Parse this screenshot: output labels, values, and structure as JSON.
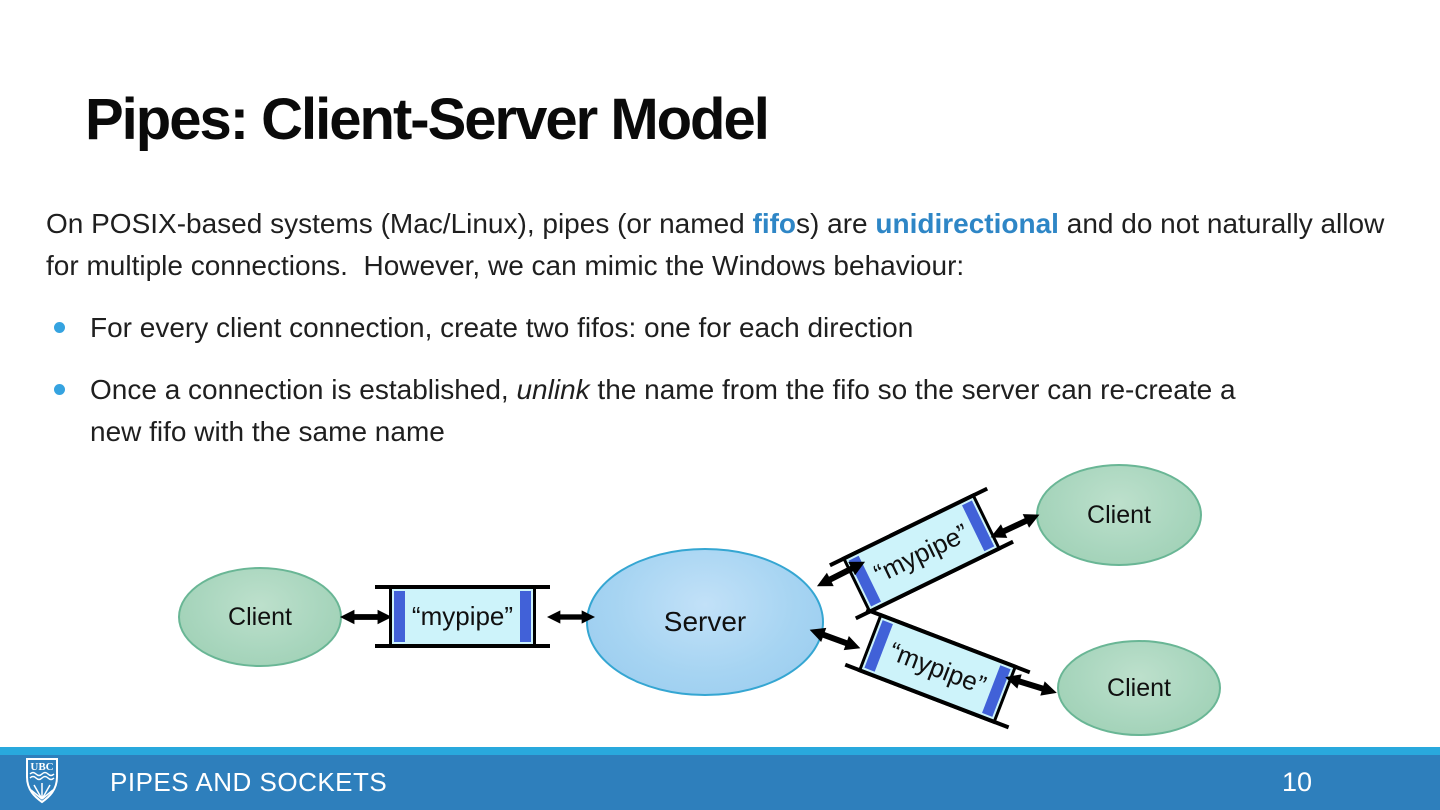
{
  "slide": {
    "title": "Pipes: Client-Server Model",
    "paragraph": {
      "text_before_fifo": "On POSIX-based systems (Mac/Linux), pipes (or named ",
      "fifo_word": "fifo",
      "text_middle": "s) are ",
      "unidirectional_word": "unidirectional",
      "text_after": " and do not naturally allow for multiple connections.  However, we can mimic the Windows behaviour:"
    },
    "bullets": [
      {
        "pre": "For every client connection, create two fifos: one for each direction",
        "em": "",
        "post": ""
      },
      {
        "pre": "Once a connection is established, ",
        "em": "unlink",
        "post": " the name from the fifo so the server can re-create a new fifo with the same name"
      }
    ]
  },
  "diagram": {
    "server_label": "Server",
    "client_label": "Client",
    "pipe_label": "“mypipe”"
  },
  "footer": {
    "logo_text": "UBC",
    "section_title": "PIPES AND SOCKETS",
    "page_number": "10"
  },
  "colors": {
    "accent_blue": "#2E86C6",
    "bullet_dot": "#35A3E0",
    "footer_strip": "#29A9DD",
    "footer_bar": "#2E7FBC",
    "pipe_fill": "#CDF3FA",
    "pipe_end_cap": "#4161D8",
    "client_fill": "#A9D6BE",
    "client_border": "#69B695",
    "server_fill": "#A6D4F2",
    "server_border": "#35A6D2"
  }
}
